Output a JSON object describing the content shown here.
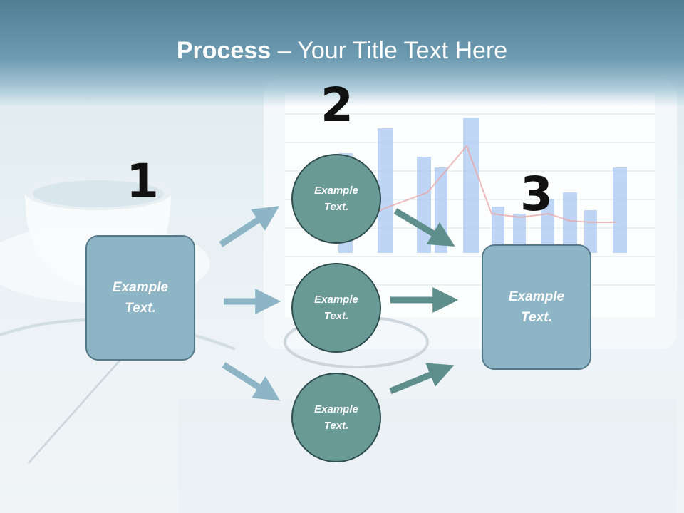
{
  "slide": {
    "title_bold": "Process",
    "title_rest": " – Your Title Text Here"
  },
  "steps": [
    {
      "number": "1",
      "text": "Example\nText."
    },
    {
      "number": "2",
      "circles": [
        "Example\nText.",
        "Example\nText.",
        "Example\nText."
      ]
    },
    {
      "number": "3",
      "text": "Example\nText."
    }
  ],
  "colors": {
    "box_fill": "#8db5c6",
    "circle_fill": "#6a9a96",
    "arrow_light": "#8db5c6",
    "arrow_dark": "#5e8f8c",
    "title_band": "#5f8ea5"
  }
}
